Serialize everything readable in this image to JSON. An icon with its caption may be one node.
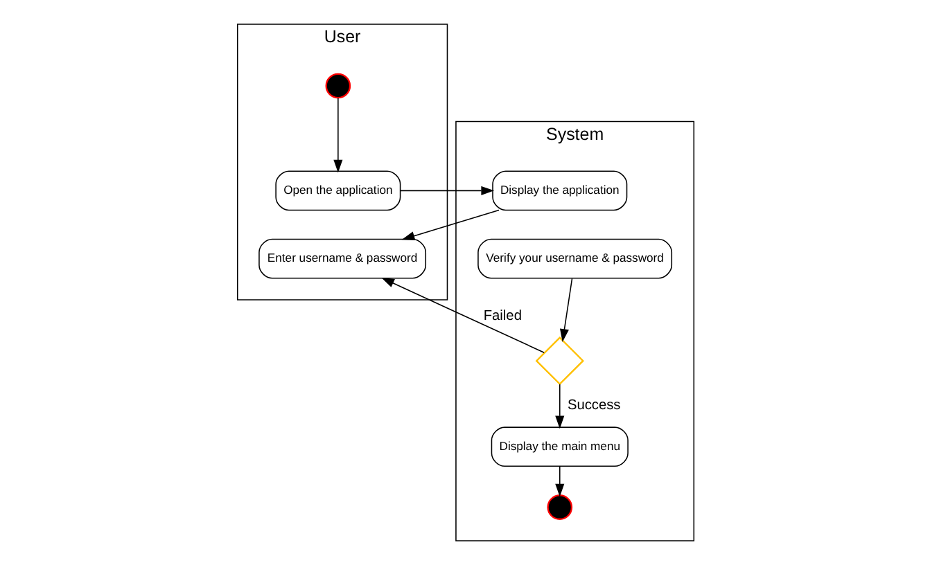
{
  "diagram": {
    "nodes": [
      {
        "text": [
          "User"
        ]
      },
      {
        "text": [
          "System"
        ]
      },
      {
        "text": [],
        "shape": "circle",
        "in": 0
      },
      {
        "text": [
          "Open the application"
        ],
        "in": 0
      },
      {
        "text": [
          "Display the application"
        ],
        "in": 1
      },
      {
        "text": [
          "Enter username & password"
        ],
        "in": 0
      },
      {
        "text": [
          "Verify your username & password"
        ],
        "in": 1
      },
      {
        "text": [],
        "shape": "diamond",
        "in": 1
      },
      {
        "text": [
          "Display the main menu"
        ],
        "in": 1
      },
      {
        "text": [],
        "shape": "circle",
        "in": 1
      }
    ],
    "edges": [
      {
        "from": 2,
        "to": 3,
        "arrow": "to"
      },
      {
        "from": 3,
        "to": 4,
        "arrow": "to"
      },
      {
        "from": 4,
        "to": 5,
        "arrow": "to"
      },
      {
        "from": 6,
        "to": 7,
        "arrow": "to"
      },
      {
        "from": 7,
        "to": 5,
        "arrow": "to",
        "label": "Failed"
      },
      {
        "from": 7,
        "to": 8,
        "arrow": "to",
        "label": "Success"
      },
      {
        "from": 8,
        "to": 9,
        "arrow": "to"
      }
    ]
  }
}
